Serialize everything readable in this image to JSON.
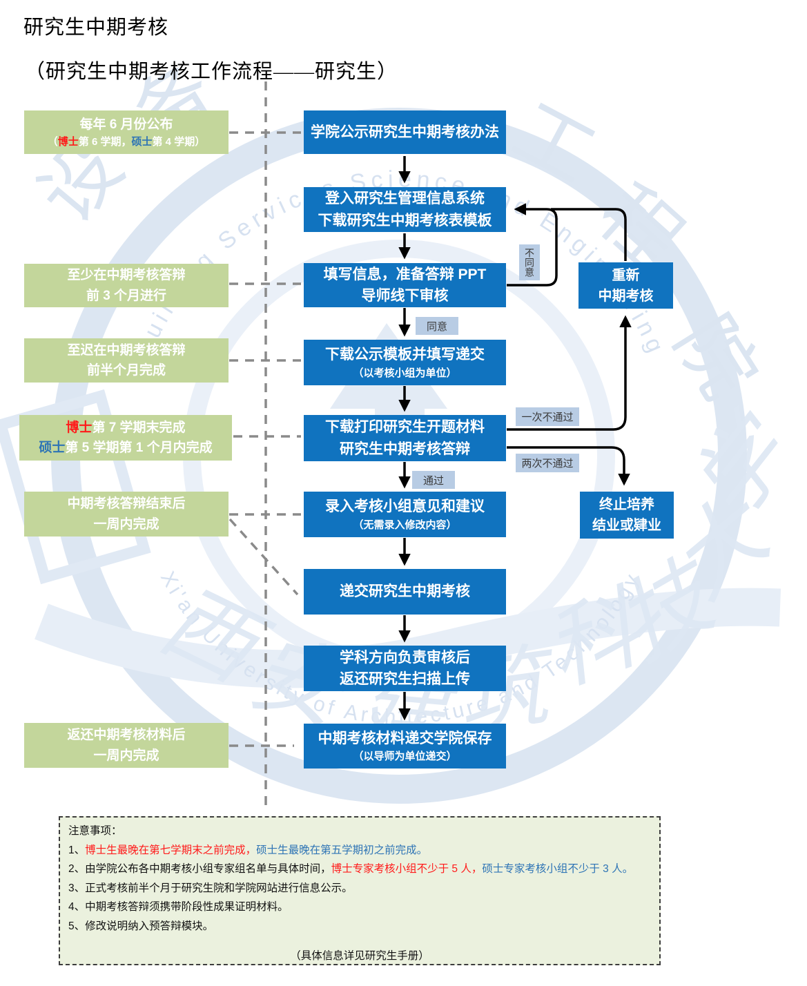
{
  "page": {
    "title": "研究生中期考核",
    "subtitle": "（研究生中期考核工作流程——研究生）"
  },
  "colors": {
    "step_blue": "#1073BF",
    "timing_green": "#C3D69B",
    "label_blue_bg": "#B8CCE4",
    "note_bg": "#EBF1DE",
    "emphasis_red": "#FF1A1A",
    "emphasis_blue": "#2E74B5",
    "watermark_blue": "#DCE6F2"
  },
  "steps": [
    {
      "line1": "学院公示研究生中期考核办法"
    },
    {
      "line1": "登入研究生管理信息系统",
      "line2": "下载研究生中期考核表模板"
    },
    {
      "line1": "填写信息，准备答辩 PPT",
      "line2": "导师线下审核"
    },
    {
      "line1": "下载公示模板并填写递交",
      "sub": "（以考核小组为单位）"
    },
    {
      "line1": "下载打印研究生开题材料",
      "line2": "研究生中期考核答辩"
    },
    {
      "line1": "录入考核小组意见和建议",
      "sub": "（无需录入修改内容）"
    },
    {
      "line1": "递交研究生中期考核"
    },
    {
      "line1": "学科方向负责审核后",
      "line2": "返还研究生扫描上传"
    },
    {
      "line1": "中期考核材料递交学院保存",
      "sub": "（以导师为单位递交）"
    }
  ],
  "side_steps": {
    "redo": {
      "line1": "重新",
      "line2": "中期考核"
    },
    "terminate": {
      "line1": "终止培养",
      "line2": "结业或肄业"
    }
  },
  "branch_labels": {
    "disagree": "不同意",
    "agree": "同意",
    "pass": "通过",
    "fail_once": "一次不通过",
    "fail_twice": "两次不通过"
  },
  "timing": [
    {
      "line1": "每年 6 月份公布",
      "l2_pre": "（",
      "l2_red": "博士",
      "l2_mid": "第 6 学期，",
      "l2_blue": "硕士",
      "l2_post": "第 4 学期）"
    },
    {
      "line1": "至少在中期考核答辩",
      "line2": "前 3 个月进行"
    },
    {
      "line1": "至迟在中期考核答辩",
      "line2": "前半个月完成"
    },
    {
      "l1_red": "博士",
      "l1_rest": "第 7 学期末完成",
      "l2_blue": "硕士",
      "l2_rest": "第 5 学期第 1 个月内完成"
    },
    {
      "line1": "中期考核答辩结束后",
      "line2": "一周内完成"
    },
    {
      "line1": "返还中期考核材料后",
      "line2": "一周内完成"
    }
  ],
  "notes": {
    "title": "注意事项：",
    "item1_num": "1、",
    "item1_red": "博士生最晚在第七学期末之前完成，",
    "item1_blue": "硕士生最晚在第五学期初之前完成。",
    "item2_pre": "2、由学院公布各中期考核小组专家组名单与具体时间，",
    "item2_red": "博士专家考核小组不少于 5 人，",
    "item2_blue": "硕士专家考核小组不少于 3 人。",
    "item3": "3、正式考核前半个月于研究生院和学院网站进行信息公示。",
    "item4": "4、中期考核答辩须携带阶段性成果证明材料。",
    "item5": "5、修改说明纳入预答辩模块。",
    "footer": "（具体信息详见研究生手册）"
  },
  "watermark": {
    "arc_top": "Building Services Science and Engineering",
    "arc_bottom": "Xi'an University of Architecture and Technology",
    "glyphs": [
      "设",
      "备",
      "工",
      "程",
      "院",
      "西",
      "安",
      "建",
      "筑",
      "科",
      "技",
      "大",
      "学"
    ]
  }
}
